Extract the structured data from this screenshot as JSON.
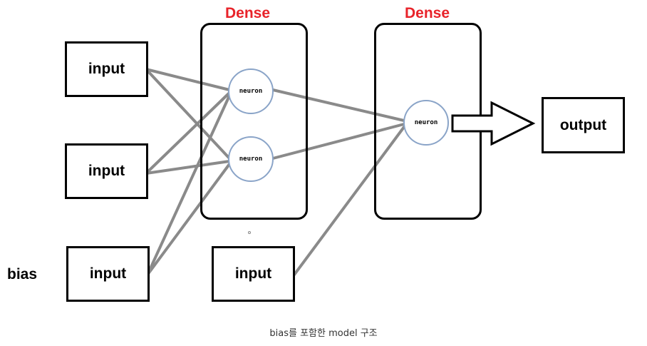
{
  "layers": [
    {
      "label": "Dense",
      "neuron_label": "neuron"
    },
    {
      "label": "Dense",
      "neuron_label": "neuron"
    }
  ],
  "input_label": "input",
  "output_label": "output",
  "bias_label": "bias",
  "caption": "bias를 포함한 model 구조",
  "colors": {
    "connection": "#8a8a8a",
    "layer_label": "#e8232a",
    "neuron_border": "#8aa4c8",
    "box_border": "#000000"
  },
  "edges": [
    [
      "input-1",
      "neuron-1a"
    ],
    [
      "input-1",
      "neuron-1b"
    ],
    [
      "input-2",
      "neuron-1a"
    ],
    [
      "input-2",
      "neuron-1b"
    ],
    [
      "input-3",
      "neuron-1a"
    ],
    [
      "input-3",
      "neuron-1b"
    ],
    [
      "neuron-1a",
      "neuron-2"
    ],
    [
      "neuron-1b",
      "neuron-2"
    ],
    [
      "input-4",
      "neuron-2"
    ]
  ]
}
